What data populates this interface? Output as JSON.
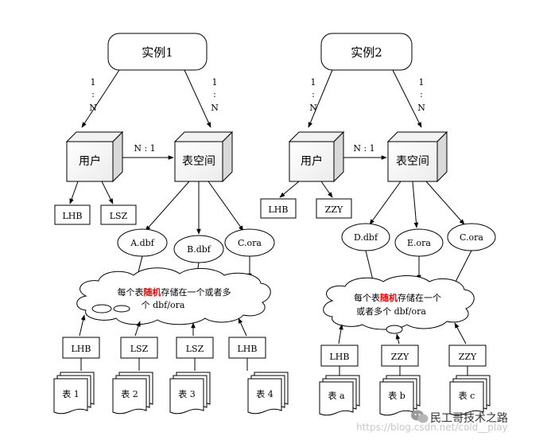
{
  "left": {
    "instance_label": "实例1",
    "ratio_top_1": "1",
    "ratio_top_dots": ":",
    "ratio_top_n": "N",
    "ratio_right_1": "1",
    "ratio_right_dots": ":",
    "ratio_right_n": "N",
    "user_label": "用户",
    "nto1_label": "N : 1",
    "tablespace_label": "表空间",
    "users": [
      "LHB",
      "LSZ"
    ],
    "files": [
      "A.dbf",
      "B.dbf",
      "C.ora"
    ],
    "cloud_text_pre": "每个表",
    "cloud_text_red": "随机",
    "cloud_text_post1": "存储在一个或者多",
    "cloud_text_post2": "个 dbf/ora",
    "owners": [
      "LHB",
      "LSZ",
      "LSZ",
      "LHB"
    ],
    "tables": [
      "表 1",
      "表 2",
      "表 3",
      "表 4"
    ]
  },
  "right": {
    "instance_label": "实例2",
    "ratio_top_1": "1",
    "ratio_top_dots": ":",
    "ratio_top_n": "N",
    "ratio_right_1": "1",
    "ratio_right_dots": ":",
    "ratio_right_n": "N",
    "user_label": "用户",
    "nto1_label": "N : 1",
    "tablespace_label": "表空间",
    "users": [
      "LHB",
      "ZZY"
    ],
    "files": [
      "D.dbf",
      "E.ora",
      "C.ora"
    ],
    "cloud_text_pre": "每个表",
    "cloud_text_red": "随机",
    "cloud_text_post1": "存储在一个",
    "cloud_text_post2": "或者多个 dbf/ora",
    "owners": [
      "LHB",
      "ZZY",
      "ZZY"
    ],
    "tables": [
      "表 a",
      "表 b",
      "表 c"
    ]
  },
  "watermark": {
    "url": "https://blog.csdn.net/cold__play",
    "brand": "民工哥技术之路"
  },
  "colors": {
    "line": "#000000",
    "highlight": "#ff0000",
    "box_top": "#f2f2f2",
    "box_side": "#d9d9d9"
  }
}
